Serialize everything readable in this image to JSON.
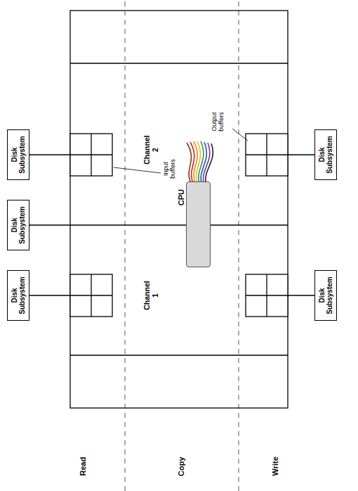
{
  "diagram": {
    "nodes": [
      {
        "text": [
          "Disk Subsystem"
        ]
      },
      {
        "text": [
          "Disk Subsystem"
        ]
      },
      {
        "text": [
          "Disk Subsystem"
        ]
      },
      {
        "text": [
          "CPU"
        ]
      },
      {
        "text": [
          "Disk Subsystem"
        ]
      },
      {
        "text": [
          "Disk Subsystem"
        ]
      }
    ],
    "edges": [
      {
        "from": 1,
        "to": 3,
        "arrow": "none"
      }
    ],
    "labels": [
      "Read",
      "Copy",
      "Write",
      "Channel 1",
      "Channel 2",
      "Input buffers",
      "Output buffers"
    ]
  }
}
